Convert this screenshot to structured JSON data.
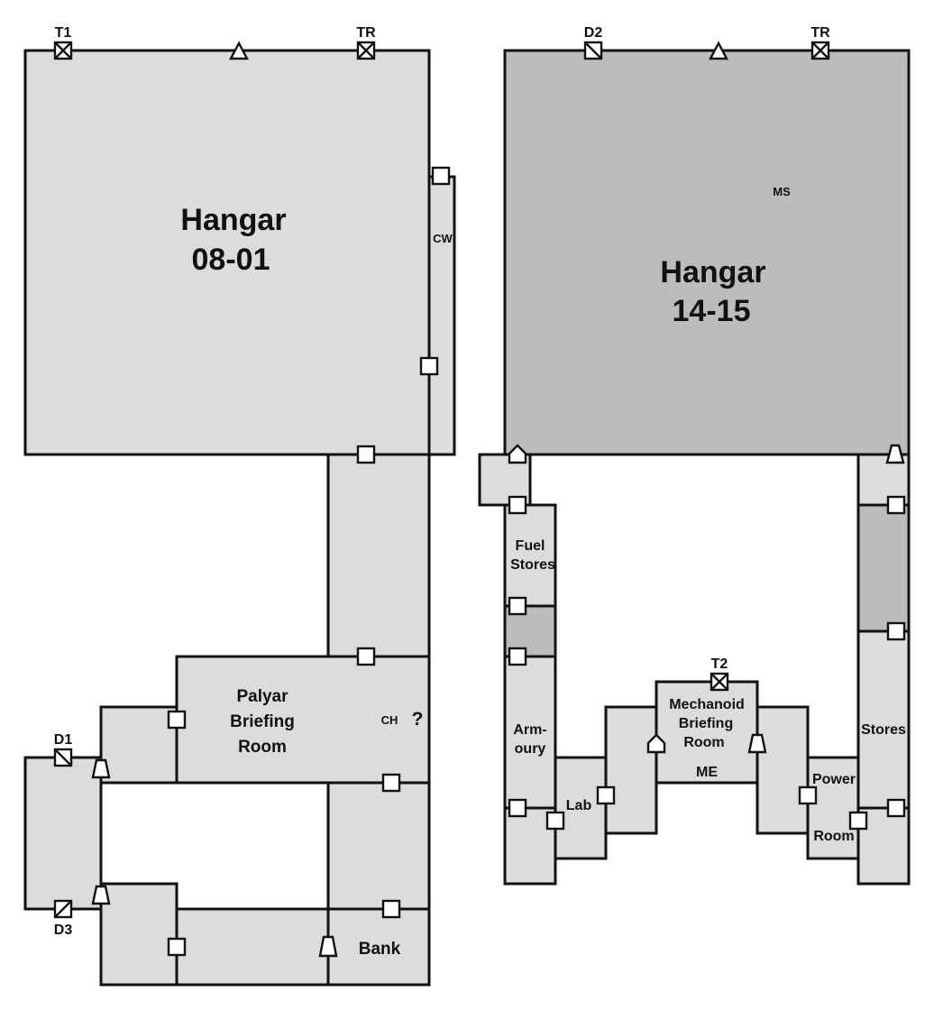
{
  "left_hangar": {
    "name_line1": "Hangar",
    "name_line2": "08-01"
  },
  "right_hangar": {
    "name_line1": "Hangar",
    "name_line2": "14-15"
  },
  "rooms": {
    "cw": "CW",
    "ms": "MS",
    "palyar_1": "Palyar",
    "palyar_2": "Briefing",
    "palyar_3": "Room",
    "ch": "CH",
    "question": "?",
    "bank": "Bank",
    "fuel_1": "Fuel",
    "fuel_2": "Stores",
    "armoury_1": "Arm-",
    "armoury_2": "oury",
    "lab": "Lab",
    "mech_1": "Mechanoid",
    "mech_2": "Briefing",
    "mech_3": "Room",
    "me": "ME",
    "power": "Power",
    "power_room": "Room",
    "stores": "Stores"
  },
  "markers": {
    "t1": "T1",
    "tr_left": "TR",
    "d2": "D2",
    "tr_right": "TR",
    "t2": "T2",
    "d1": "D1",
    "d3": "D3"
  },
  "colors": {
    "floor_light": "#dcdcdc",
    "floor_dark": "#bcbcbc",
    "wall": "#111111"
  }
}
